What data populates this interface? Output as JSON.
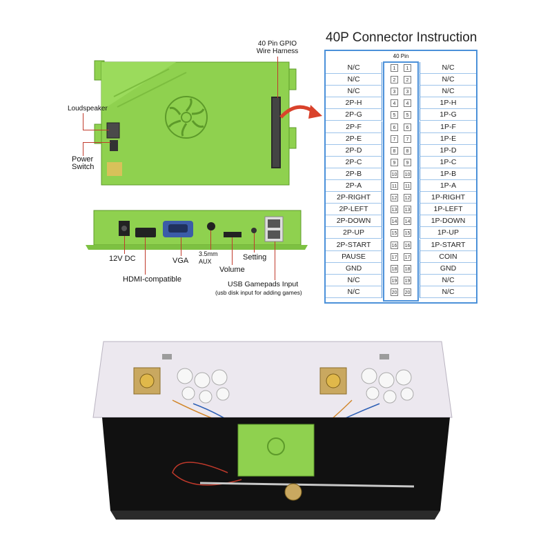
{
  "board_labels": {
    "gpio": "40 Pin GPIO\nWire Harness",
    "loudspeaker": "Loudspeaker",
    "power_switch": "Power\nSwitch",
    "dc": "12V DC",
    "hdmi": "HDMI-compatible",
    "vga": "VGA",
    "aux": "3.5mm\nAUX",
    "volume": "Volume",
    "setting": "Setting",
    "usb": "USB Gamepads Input",
    "usb_note": "(usb disk input for adding games)"
  },
  "pin_table": {
    "title": "40P Connector Instruction",
    "header": "40 Pin",
    "rows": [
      {
        "left": "N/C",
        "pin": "1",
        "right": "N/C"
      },
      {
        "left": "N/C",
        "pin": "2",
        "right": "N/C"
      },
      {
        "left": "N/C",
        "pin": "3",
        "right": "N/C"
      },
      {
        "left": "2P-H",
        "pin": "4",
        "right": "1P-H"
      },
      {
        "left": "2P-G",
        "pin": "5",
        "right": "1P-G"
      },
      {
        "left": "2P-F",
        "pin": "6",
        "right": "1P-F"
      },
      {
        "left": "2P-E",
        "pin": "7",
        "right": "1P-E"
      },
      {
        "left": "2P-D",
        "pin": "8",
        "right": "1P-D"
      },
      {
        "left": "2P-C",
        "pin": "9",
        "right": "1P-C"
      },
      {
        "left": "2P-B",
        "pin": "10",
        "right": "1P-B"
      },
      {
        "left": "2P-A",
        "pin": "11",
        "right": "1P-A"
      },
      {
        "left": "2P-RIGHT",
        "pin": "12",
        "right": "1P-RIGHT"
      },
      {
        "left": "2P-LEFT",
        "pin": "13",
        "right": "1P-LEFT"
      },
      {
        "left": "2P-DOWN",
        "pin": "14",
        "right": "1P-DOWN"
      },
      {
        "left": "2P-UP",
        "pin": "15",
        "right": "1P-UP"
      },
      {
        "left": "2P-START",
        "pin": "16",
        "right": "1P-START"
      },
      {
        "left": "PAUSE",
        "pin": "17",
        "right": "COIN"
      },
      {
        "left": "GND",
        "pin": "18",
        "right": "GND"
      },
      {
        "left": "N/C",
        "pin": "19",
        "right": "N/C"
      },
      {
        "left": "N/C",
        "pin": "20",
        "right": "N/C"
      }
    ]
  },
  "colors": {
    "board_green": "#8fd14f",
    "board_dark_green": "#6cae35",
    "table_blue": "#4a90d9",
    "lead_red": "#c0392b"
  },
  "icons": [
    "fan-icon",
    "speaker-icon",
    "power-switch-icon",
    "hdmi-port-icon",
    "vga-port-icon",
    "usb-port-icon",
    "arrow-icon",
    "joystick-icon",
    "arcade-button-icon"
  ]
}
